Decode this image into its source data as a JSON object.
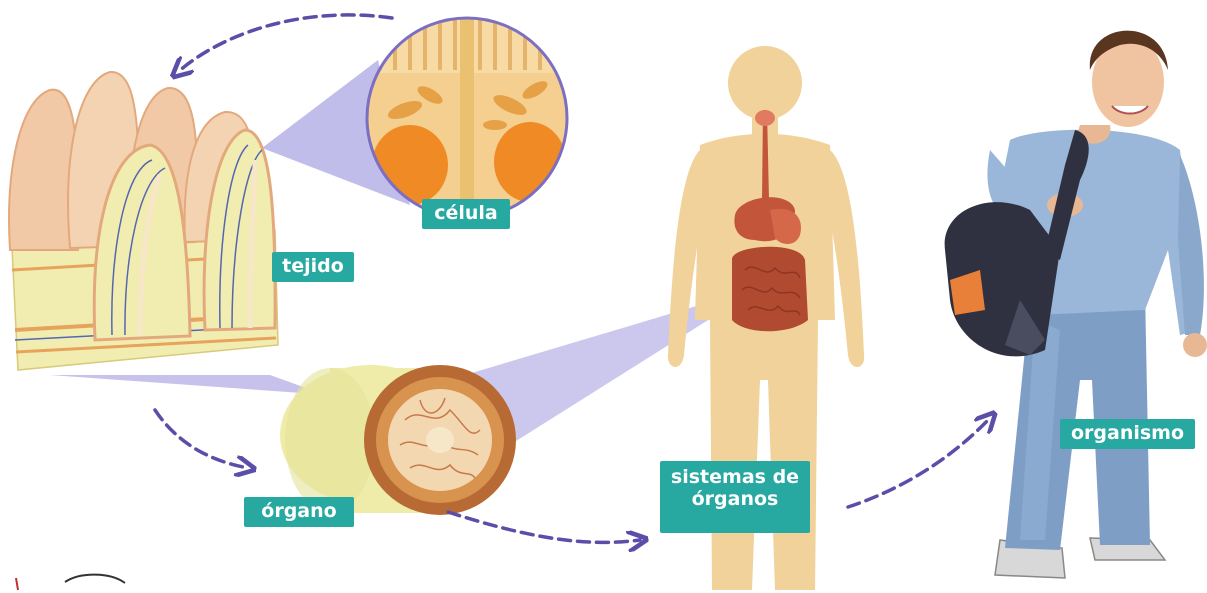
{
  "labels": {
    "celula": "célula",
    "tejido": "tejido",
    "organo": "órgano",
    "sistemas_line1": "sistemas de",
    "sistemas_line2": "órganos",
    "organismo": "organismo"
  },
  "colors": {
    "label_bg": "#27a8a0",
    "label_text": "#ffffff",
    "arrow": "#5b4ea8",
    "zoom_fill": "#8e86d8",
    "tissue_pink": "#f2c9a6",
    "tissue_yellow": "#f1edb0",
    "body_tan": "#f0d29a",
    "digestive": "#c2553a",
    "organ_ring": "#b86a35",
    "shirt": "#9ab6d8",
    "jeans": "#7e9ec6",
    "backpack": "#2f3140",
    "backpack_accent": "#e9803a"
  }
}
